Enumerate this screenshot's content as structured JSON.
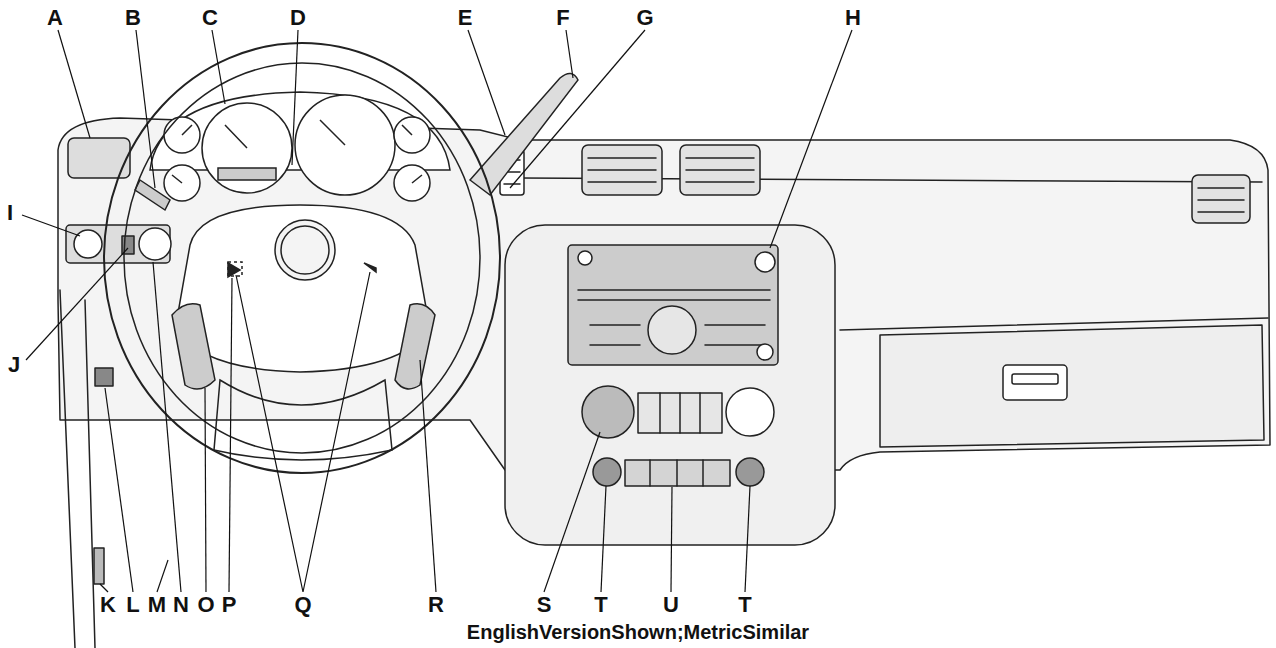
{
  "diagram": {
    "caption": "EnglishVersionShown;MetricSimilar",
    "labels": [
      "A",
      "B",
      "C",
      "D",
      "E",
      "F",
      "G",
      "H",
      "I",
      "J",
      "K",
      "L",
      "M",
      "N",
      "O",
      "P",
      "Q",
      "R",
      "S",
      "T",
      "U",
      "T"
    ]
  }
}
